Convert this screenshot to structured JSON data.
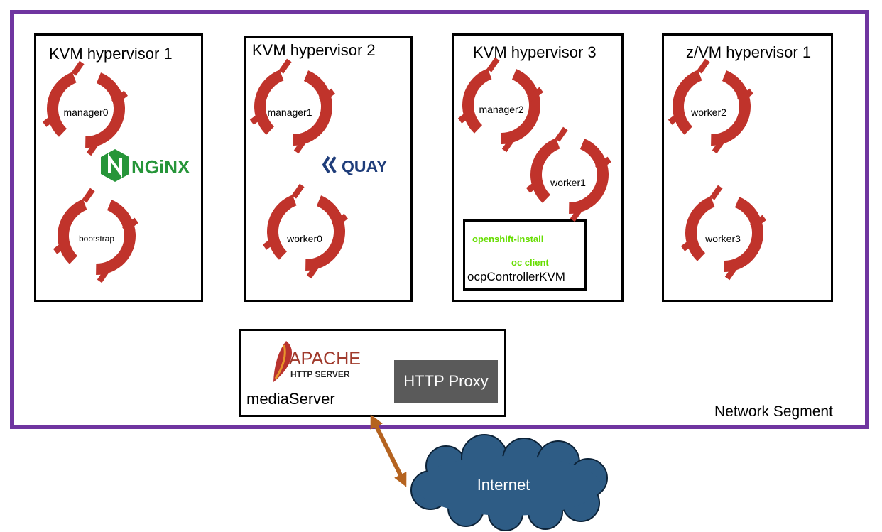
{
  "network_segment": {
    "label": "Network Segment"
  },
  "hypervisors": [
    {
      "title": "KVM hypervisor 1",
      "nodes": [
        "manager0",
        "bootstrap"
      ],
      "logo": "NGiNX"
    },
    {
      "title": "KVM hypervisor 2",
      "nodes": [
        "manager1",
        "worker0"
      ],
      "logo": "QUAY"
    },
    {
      "title": "KVM hypervisor 3",
      "nodes": [
        "manager2",
        "worker1"
      ]
    },
    {
      "title": "z/VM hypervisor 1",
      "nodes": [
        "worker2",
        "worker3"
      ]
    }
  ],
  "controller": {
    "name": "ocpControllerKVM",
    "tools": [
      "openshift-install",
      "oc client"
    ]
  },
  "media_server": {
    "name": "mediaServer",
    "apache_title": "APACHE",
    "apache_sub": "HTTP SERVER",
    "proxy": "HTTP Proxy"
  },
  "internet": {
    "label": "Internet"
  },
  "icons": {
    "openshift": "openshift-logo-icon",
    "nginx": "nginx-logo-icon",
    "quay": "quay-logo-icon",
    "apache": "apache-feather-icon",
    "cloud": "cloud-icon"
  },
  "colors": {
    "segment": "#6f35a0",
    "openshift_red": "#c0332b",
    "nginx_green": "#269539",
    "quay_blue": "#1f3d7a",
    "tool_green": "#66dd00",
    "arrow": "#b5631f",
    "cloud": "#2e5c85",
    "proxy_bg": "#5a5a5a"
  }
}
